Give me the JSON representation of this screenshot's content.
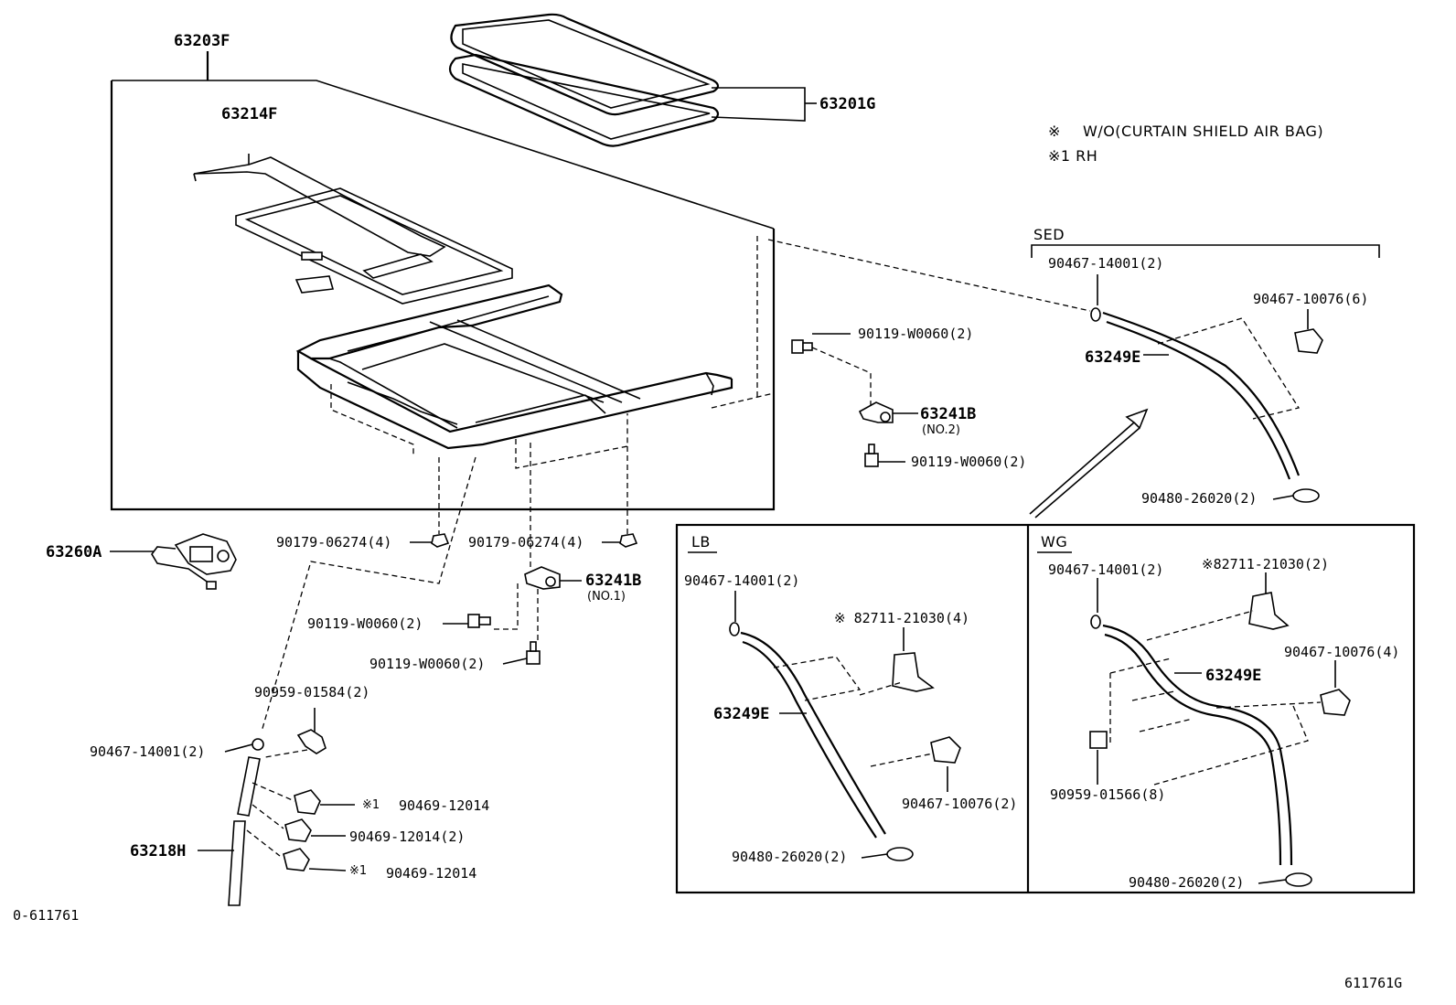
{
  "notes": {
    "mark_wo": "※",
    "wo_text": "W/O(CURTAIN SHIELD AIR BAG)",
    "rh": "※1 RH"
  },
  "sections": {
    "sed": "SED",
    "lb": "LB",
    "wg": "WG"
  },
  "labels": {
    "p63203F": "63203F",
    "p63201G": "63201G",
    "p63214F": "63214F",
    "p90119_1": "90119-W0060(2)",
    "p63241B_a": "63241B",
    "no2": "(NO.2)",
    "p90119_2": "90119-W0060(2)",
    "p63260A": "63260A",
    "p90179_a": "90179-06274(4)",
    "p90179_b": "90179-06274(4)",
    "p63241B_b": "63241B",
    "no1": "(NO.1)",
    "p90119_3": "90119-W0060(2)",
    "p90119_4": "90119-W0060(2)",
    "p90959_01584": "90959-01584(2)",
    "p90467_14001_l": "90467-14001(2)",
    "rh_mark_1": "※1",
    "p90469_a": "90469-12014",
    "p90469_b": "90469-12014(2)",
    "rh_mark_2": "※1",
    "p90469_c": "90469-12014",
    "p63218H": "63218H",
    "sed_90467_14001": "90467-14001(2)",
    "sed_90467_10076": "90467-10076(6)",
    "sed_63249E": "63249E",
    "sed_90480": "90480-26020(2)",
    "lb_90467_14001": "90467-14001(2)",
    "lb_82711": "※ 82711-21030(4)",
    "lb_63249E": "63249E",
    "lb_90467_10076": "90467-10076(2)",
    "lb_90480": "90480-26020(2)",
    "wg_90467_14001": "90467-14001(2)",
    "wg_82711": "※82711-21030(2)",
    "wg_90467_10076": "90467-10076(4)",
    "wg_63249E": "63249E",
    "wg_90959": "90959-01566(8)",
    "wg_90480": "90480-26020(2)"
  },
  "footer": {
    "left_code": "0-611761",
    "right_code": "611761G"
  }
}
